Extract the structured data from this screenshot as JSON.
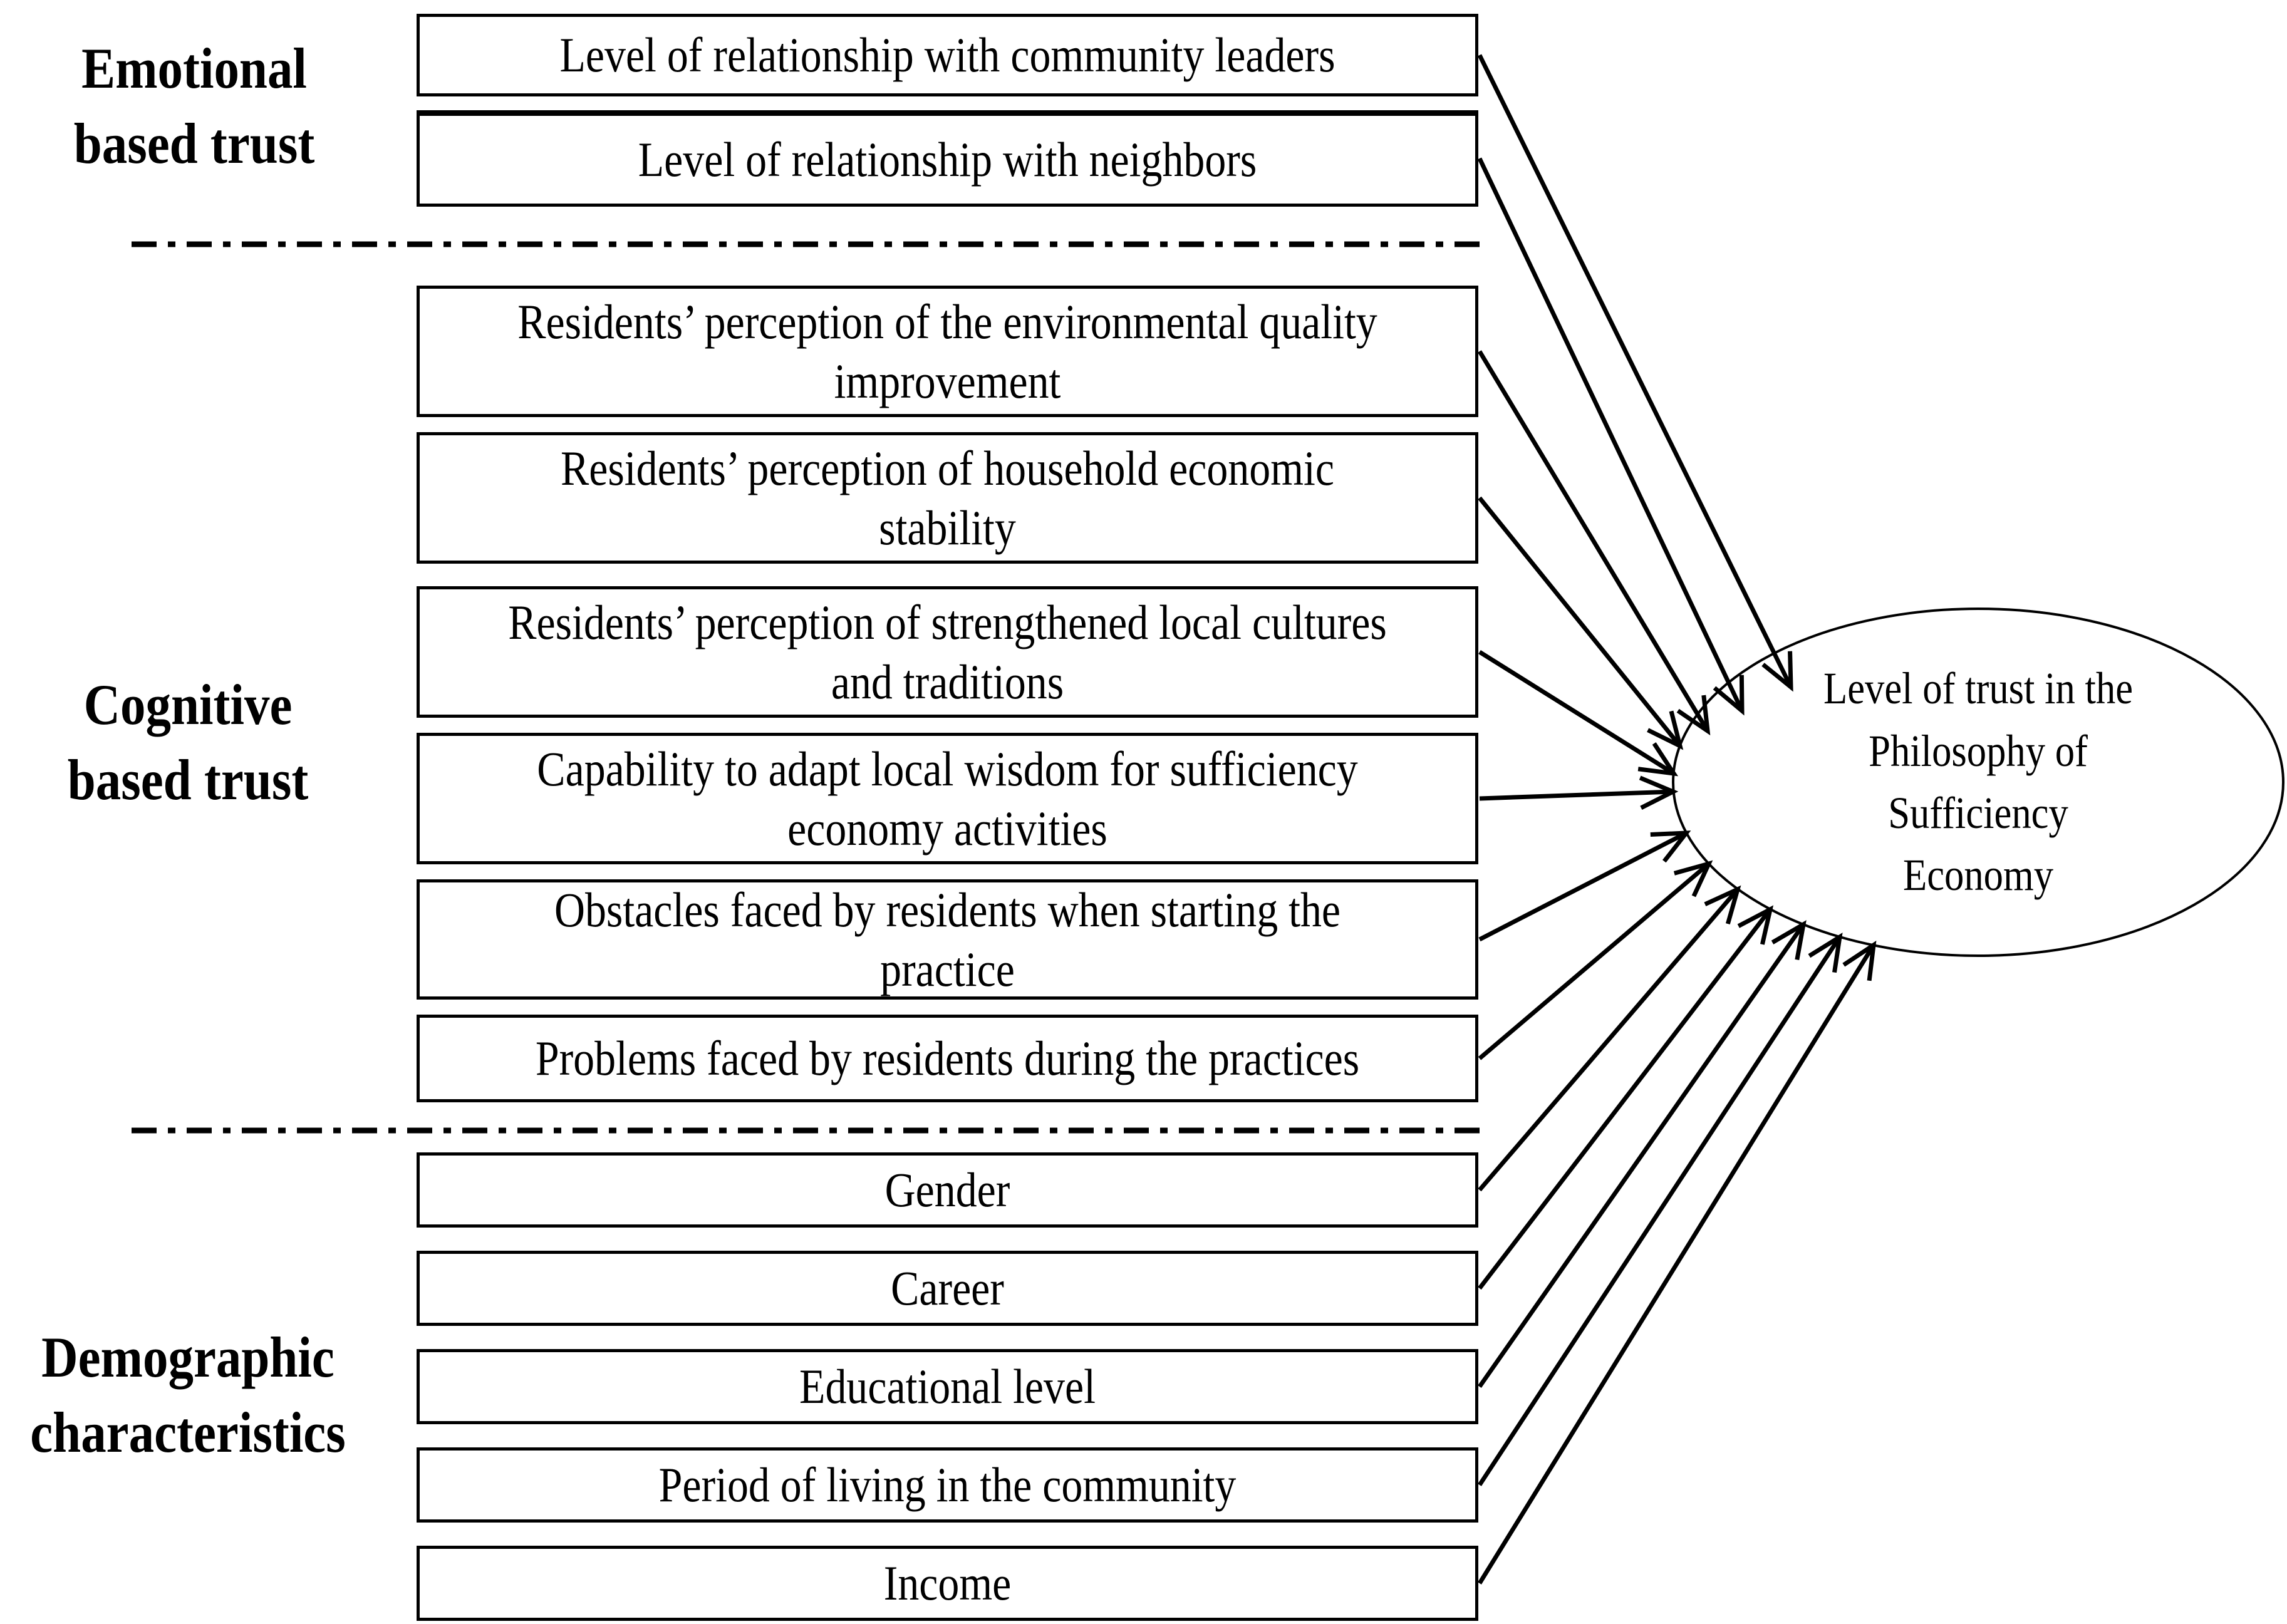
{
  "figure_type": "conceptual-framework-diagram",
  "colors": {
    "ink": "#000000",
    "background": "#ffffff"
  },
  "groups": [
    {
      "label": "Emotional\nbased trust"
    },
    {
      "label": "Cognitive\nbased trust"
    },
    {
      "label": "Demographic\ncharacteristics"
    }
  ],
  "factors": [
    {
      "group": "Emotional based trust",
      "text": "Level of relationship with community leaders"
    },
    {
      "group": "Emotional based trust",
      "text": "Level of relationship with neighbors"
    },
    {
      "group": "Cognitive based trust",
      "text": "Residents’ perception of the environmental quality\nimprovement"
    },
    {
      "group": "Cognitive based trust",
      "text": "Residents’ perception of household economic stability"
    },
    {
      "group": "Cognitive based trust",
      "text": "Residents’ perception of strengthened local cultures\nand traditions"
    },
    {
      "group": "Cognitive based trust",
      "text": "Capability to adapt local wisdom for sufficiency\neconomy activities"
    },
    {
      "group": "Cognitive based trust",
      "text": "Obstacles faced by residents when starting the\npractice"
    },
    {
      "group": "Cognitive based trust",
      "text": "Problems faced by residents during the practices"
    },
    {
      "group": "Demographic characteristics",
      "text": "Gender"
    },
    {
      "group": "Demographic characteristics",
      "text": "Career"
    },
    {
      "group": "Demographic characteristics",
      "text": "Educational level"
    },
    {
      "group": "Demographic characteristics",
      "text": "Period of living in the community"
    },
    {
      "group": "Demographic characteristics",
      "text": "Income"
    }
  ],
  "outcome": {
    "text": "Level of trust in the\nPhilosophy of\nSufficiency\nEconomy"
  }
}
